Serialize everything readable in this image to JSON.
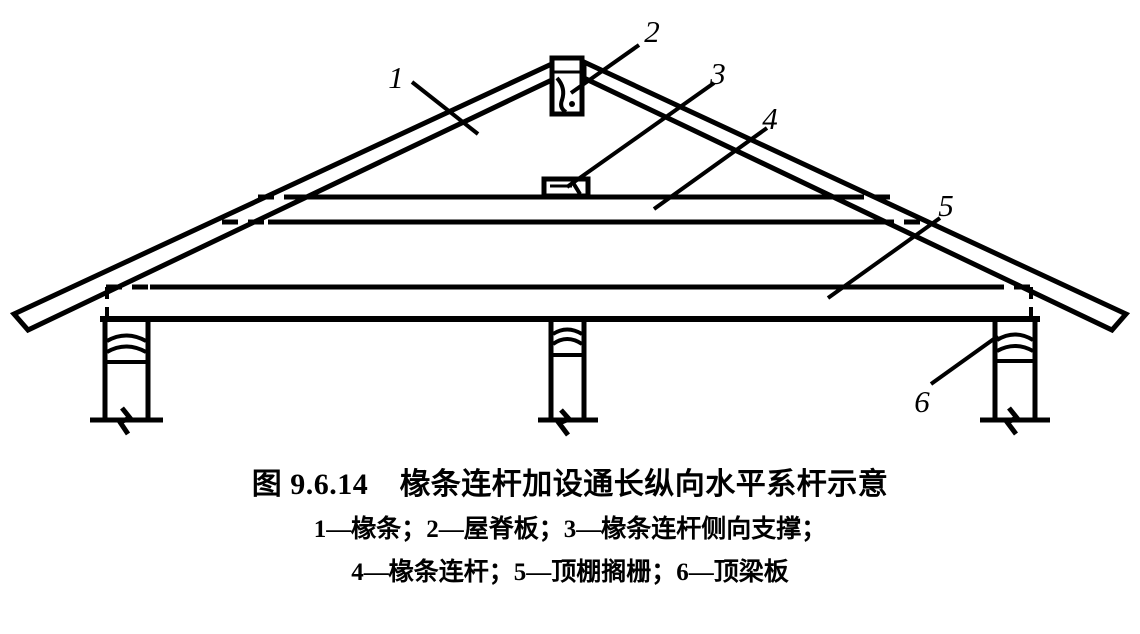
{
  "figure": {
    "caption_title": "图 9.6.14    椽条连杆加设通长纵向水平系杆示意",
    "legend_line_1": "1—椽条；2—屋脊板；3—椽条连杆侧向支撑；",
    "legend_line_2": "4—椽条连杆；5—顶棚搁栅；6—顶梁板",
    "line_color": "#000000",
    "background_color": "#ffffff"
  },
  "callouts": {
    "c1": "1",
    "c2": "2",
    "c3": "3",
    "c4": "4",
    "c5": "5",
    "c6": "6"
  },
  "parts": {
    "rafter": "椽条",
    "ridge_board": "屋脊板",
    "rafter_tie_lateral_brace": "椽条连杆侧向支撑",
    "rafter_tie": "椽条连杆",
    "ceiling_joist": "顶棚搁栅",
    "top_plate": "顶梁板"
  }
}
